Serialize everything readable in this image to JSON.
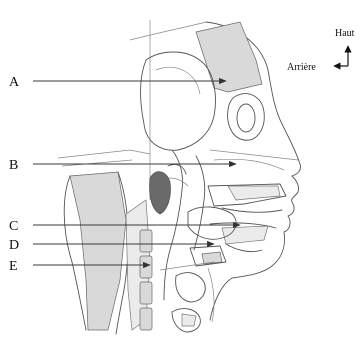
{
  "orientation": {
    "up_label": "Haut",
    "back_label": "Arrière"
  },
  "labels": [
    {
      "id": "A",
      "text": "A"
    },
    {
      "id": "B",
      "text": "B"
    },
    {
      "id": "C",
      "text": "C"
    },
    {
      "id": "D",
      "text": "D"
    },
    {
      "id": "E",
      "text": "E"
    }
  ]
}
